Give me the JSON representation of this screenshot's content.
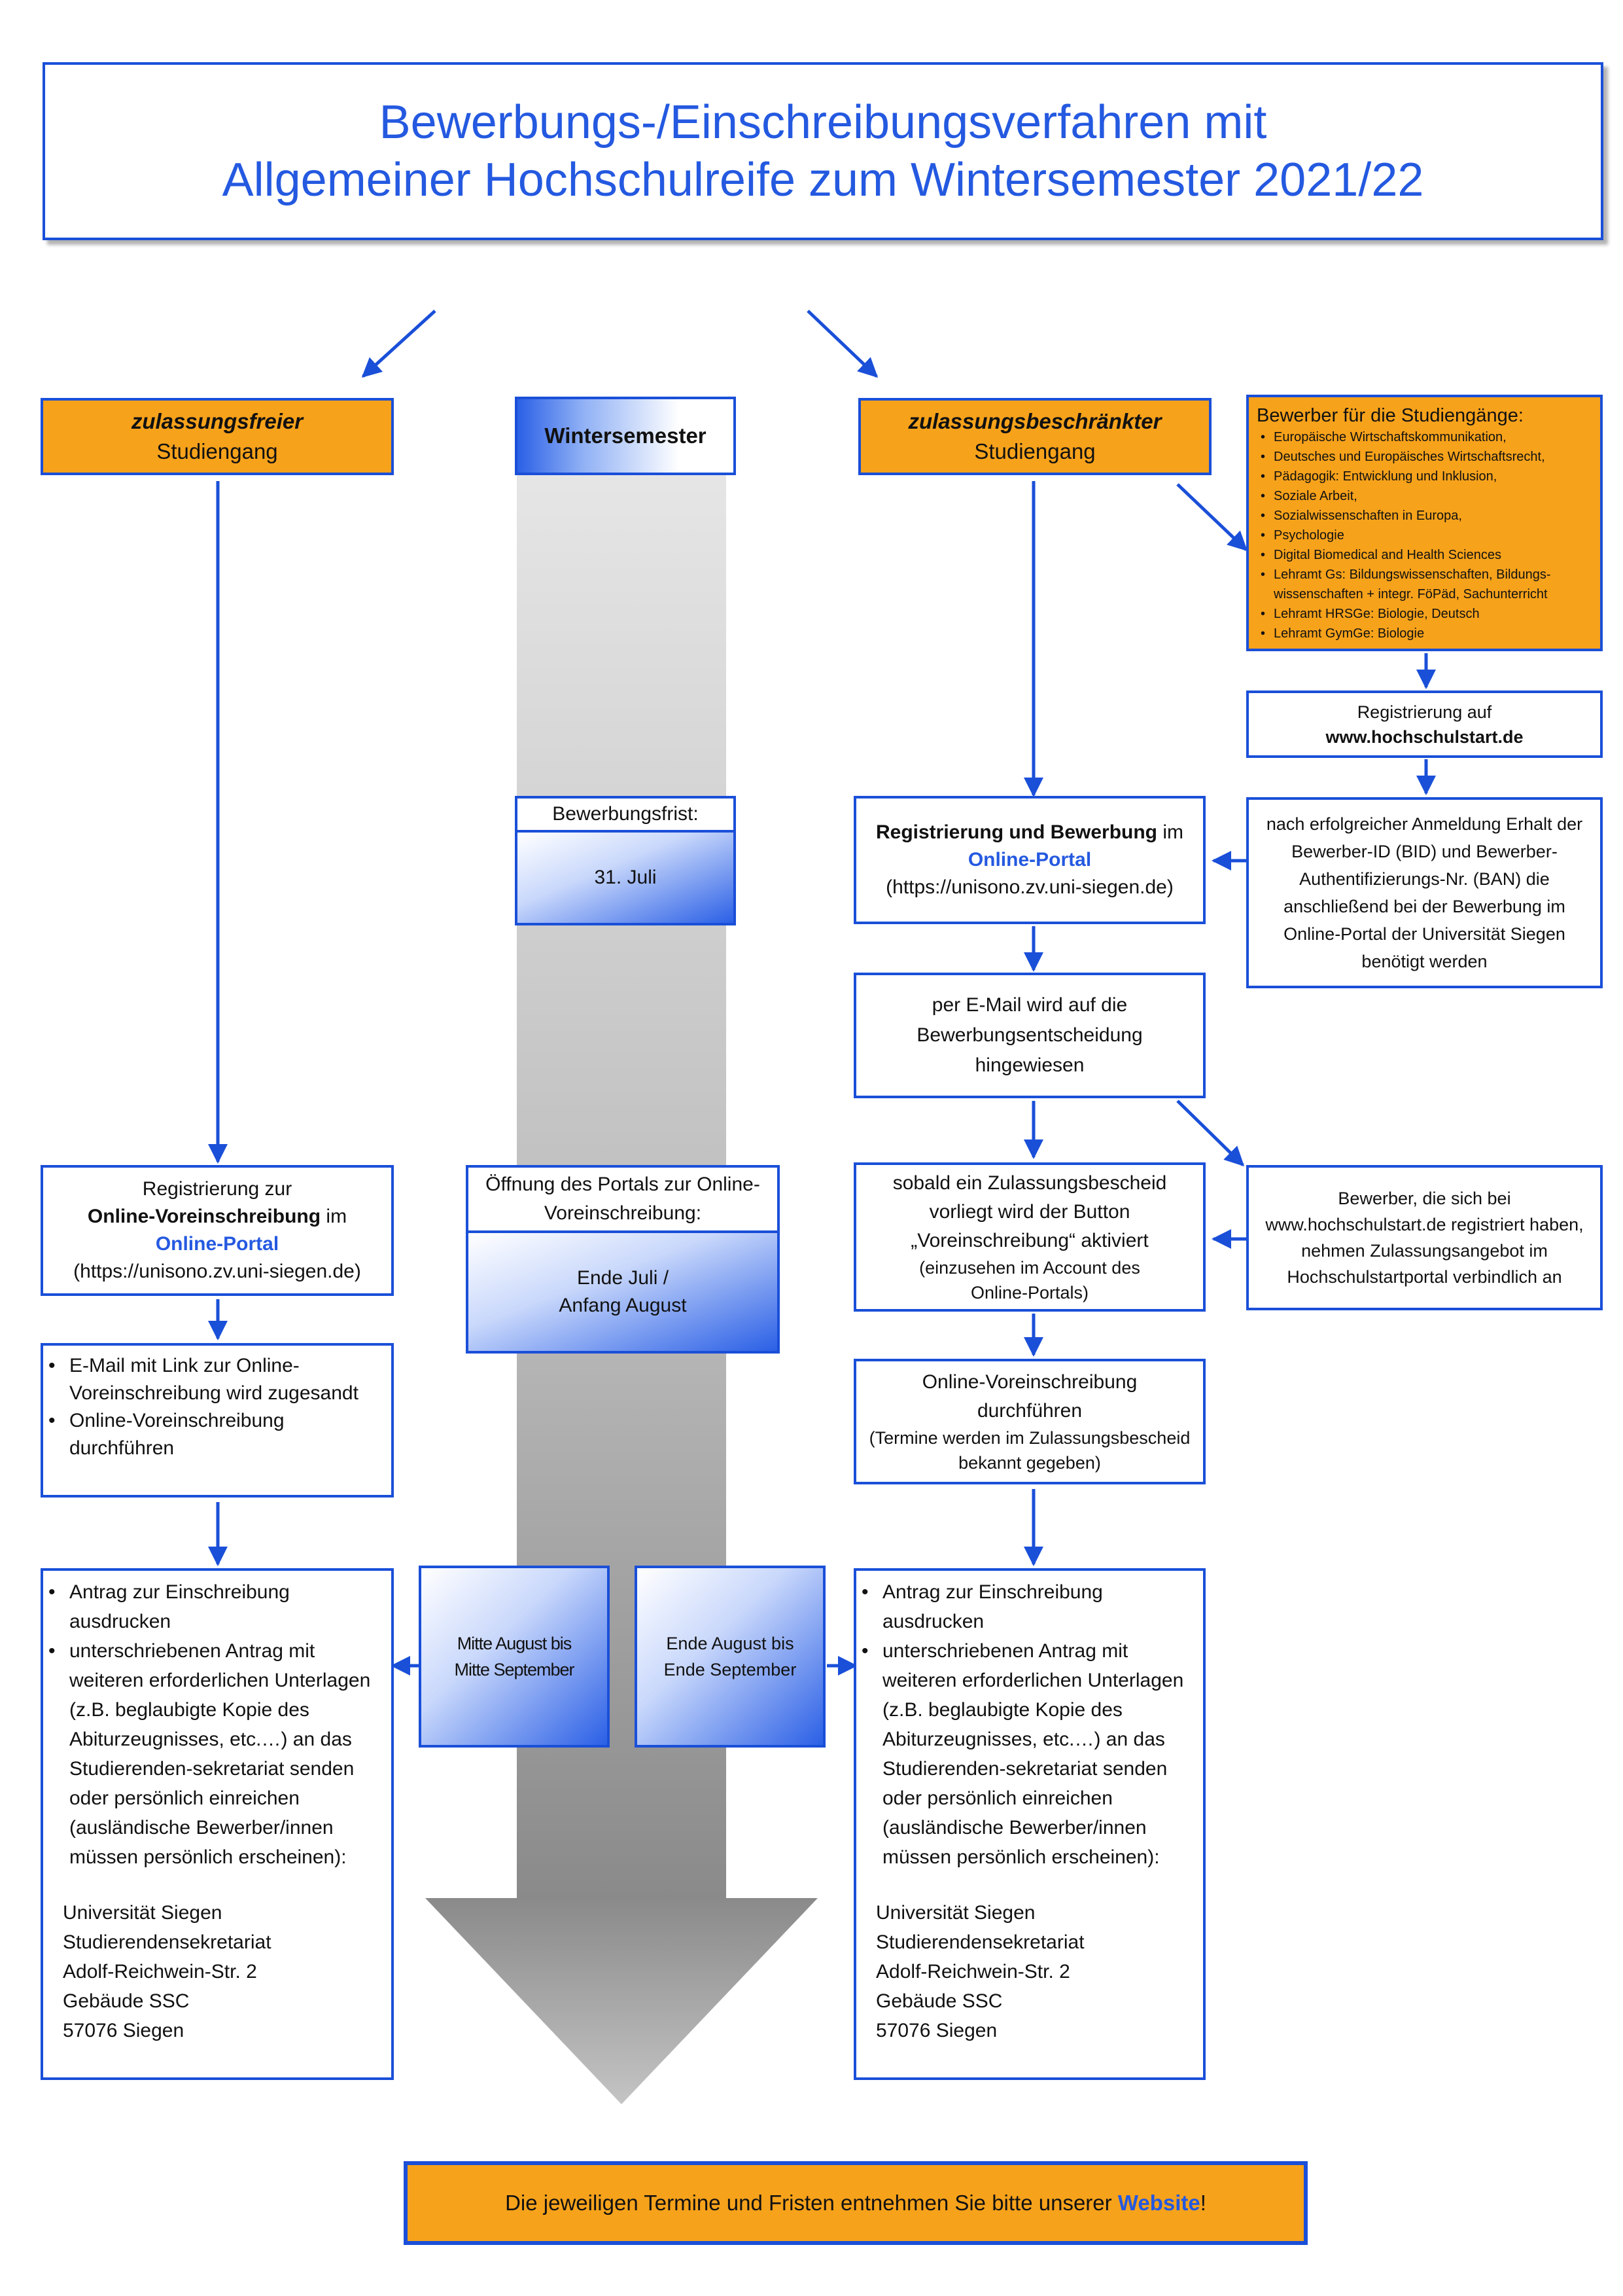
{
  "title": {
    "line1": "Bewerbungs-/Einschreibungsverfahren mit",
    "line2": "Allgemeiner Hochschulreife zum Wintersemester 2021/22"
  },
  "left": {
    "header_bold": "zulassungsfreier",
    "header_sub": "Studiengang",
    "registration": {
      "line1": "Registrierung zur",
      "line2_bold": "Online-Voreinschreibung",
      "line2_rest": " im",
      "portal": "Online-Portal",
      "url": "(https://unisono.zv.uni-siegen.de)"
    },
    "email_items": [
      "E-Mail mit Link zur Online-Voreinschreibung wird zugesandt",
      "Online-Voreinschreibung durchführen"
    ],
    "apply_items": [
      "Antrag zur Einschreibung ausdrucken",
      "unterschriebenen Antrag mit weiteren erforderlichen Unterlagen (z.B. beglaubigte Kopie des Abiturzeugnisses, etc.…) an das Studierenden-sekretariat senden oder persönlich einreichen (ausländische Bewerber/innen müssen persönlich erscheinen):"
    ],
    "address": [
      "Universität Siegen",
      "Studierendensekretariat",
      "Adolf-Reichwein-Str. 2",
      "Gebäude SSC",
      "57076 Siegen"
    ]
  },
  "center": {
    "header": "Wintersemester",
    "deadline_label": "Bewerbungsfrist:",
    "deadline_date": "31. Juli",
    "portal_label": "Öffnung des Portals zur Online-Voreinschreibung:",
    "portal_date_1": "Ende Juli /",
    "portal_date_2": "Anfang August",
    "period_left": "Mitte August bis Mitte September",
    "period_right": "Ende August bis Ende September"
  },
  "right": {
    "header_bold": "zulassungsbeschränkter",
    "header_sub": "Studiengang",
    "programs_title": "Bewerber für die Studiengänge:",
    "programs": [
      "Europäische Wirtschaftskommunikation,",
      "Deutsches und Europäisches Wirtschaftsrecht,",
      "Pädagogik: Entwicklung und Inklusion,",
      "Soziale Arbeit,",
      "Sozialwissenschaften in Europa,",
      "Psychologie",
      "Digital Biomedical and Health Sciences",
      "Lehramt Gs: Bildungswissenschaften, Bildungs-wissenschaften + integr. FöPäd, Sachunterricht",
      "Lehramt HRSGe: Biologie, Deutsch",
      "Lehramt GymGe: Biologie"
    ],
    "hs_reg_line1": "Registrierung auf",
    "hs_reg_url": "www.hochschulstart.de",
    "bid_text": "nach erfolgreicher Anmeldung Erhalt der Bewerber-ID (BID) und Bewerber-Authentifizierungs-Nr. (BAN) die anschließend bei der Bewerbung im Online-Portal der Universität Siegen benötigt werden",
    "reg_bold": "Registrierung und Bewerbung",
    "reg_rest": " im",
    "reg_portal": "Online-Portal",
    "reg_url": "(https://unisono.zv.uni-siegen.de)",
    "email_decision": "per E-Mail wird auf die Bewerbungsentscheidung hingewiesen",
    "admission_main": "sobald ein Zulassungsbescheid vorliegt wird der Button „Voreinschreibung“ aktiviert",
    "admission_sub": "(einzusehen im Account des Online-Portals)",
    "hs_accept": "Bewerber, die sich bei www.hochschulstart.de registriert haben, nehmen Zulassungsangebot im Hochschulstartportal verbindlich an",
    "voreinschreibung_main": "Online-Voreinschreibung durchführen",
    "voreinschreibung_sub": "(Termine werden im Zulassungsbescheid bekannt gegeben)",
    "apply_items": [
      "Antrag zur Einschreibung ausdrucken",
      "unterschriebenen Antrag mit weiteren erforderlichen Unterlagen (z.B. beglaubigte Kopie des Abiturzeugnisses, etc.…) an das Studierenden-sekretariat senden oder persönlich einreichen (ausländische Bewerber/innen müssen persönlich erscheinen):"
    ],
    "address": [
      "Universität Siegen",
      "Studierendensekretariat",
      "Adolf-Reichwein-Str. 2",
      "Gebäude SSC",
      "57076 Siegen"
    ]
  },
  "footer": {
    "text": "Die jeweiligen Termine und Fristen entnehmen Sie bitte unserer ",
    "link": "Website",
    "end": "!"
  },
  "colors": {
    "border_blue": "#1a4fd8",
    "title_blue": "#2459e0",
    "orange": "#f7a21b"
  }
}
